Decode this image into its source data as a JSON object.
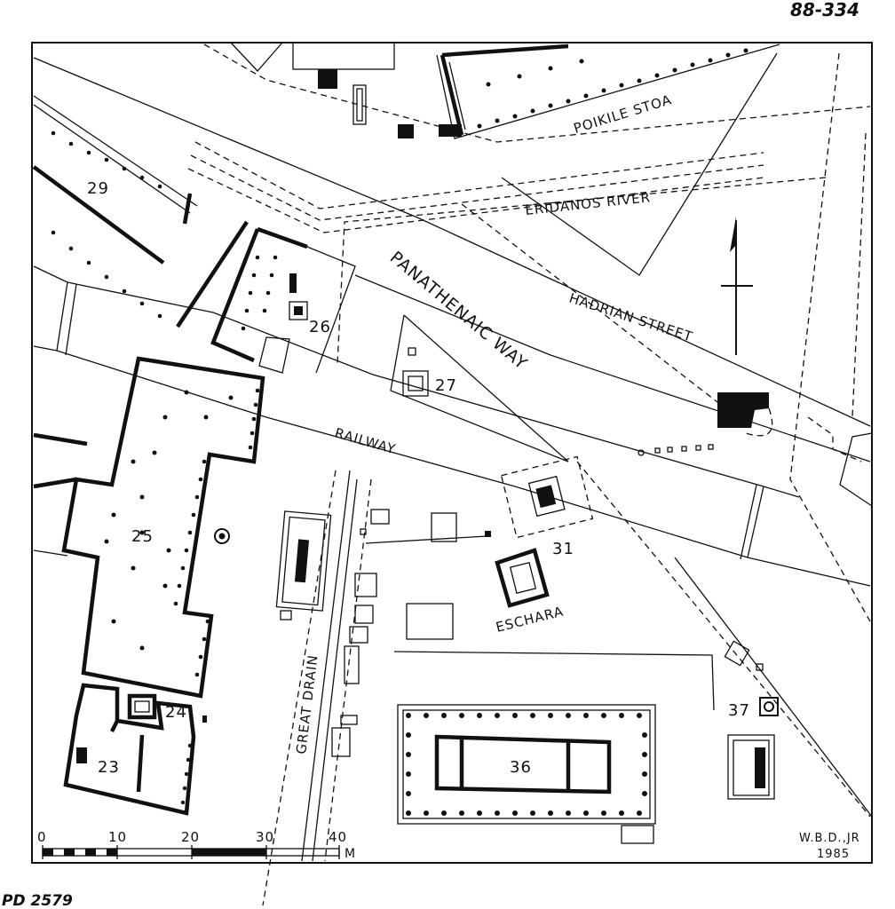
{
  "sheet_number": "88-334",
  "plate_number": "PD 2579",
  "credit": {
    "author": "W.B.D.,JR",
    "year": "1985"
  },
  "labels": {
    "poikile_stoa": "POIKILE STOA",
    "eridanos_river": "ERIDANOS RIVER",
    "panathenaic_way": "PANATHENAIC WAY",
    "hadrian_street": "HADRIAN STREET",
    "railway": "RAILWAY",
    "great_drain": "GREAT DRAIN",
    "eschara": "ESCHARA"
  },
  "buildings": {
    "b23": "23",
    "b24": "24",
    "b25": "25",
    "b26": "26",
    "b27": "27",
    "b29": "29",
    "b31": "31",
    "b36": "36",
    "b37": "37"
  },
  "scale_bar": {
    "ticks": [
      "0",
      "10",
      "20",
      "30",
      "40"
    ],
    "unit": "M"
  },
  "north_arrow": "north-arrow-icon"
}
